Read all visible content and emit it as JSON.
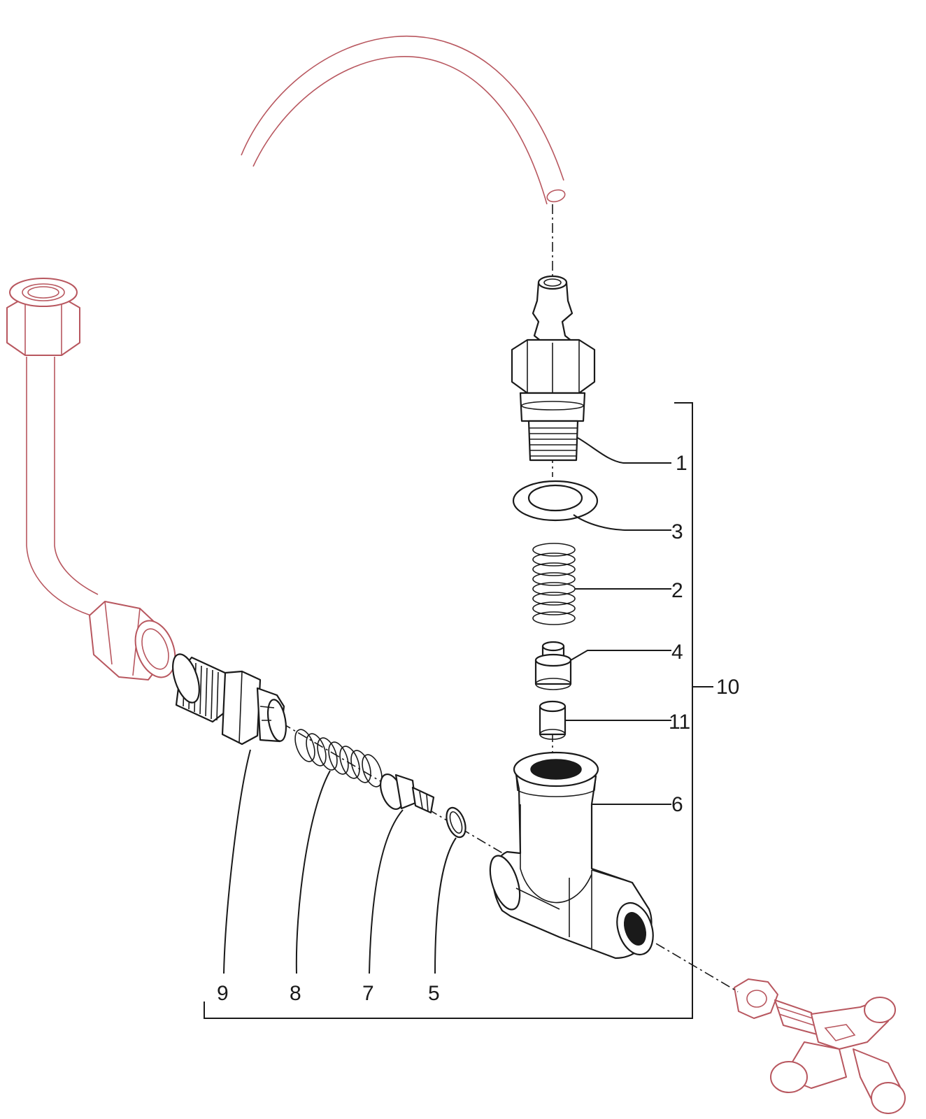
{
  "labels": {
    "part_1": "1",
    "part_2": "2",
    "part_3": "3",
    "part_4": "4",
    "part_5": "5",
    "part_6": "6",
    "part_7": "7",
    "part_8": "8",
    "part_9": "9",
    "part_10": "10",
    "part_11": "11"
  },
  "colors": {
    "part_stroke": "#1a1a1a",
    "context_stroke": "#b8575f",
    "background": "#ffffff"
  }
}
